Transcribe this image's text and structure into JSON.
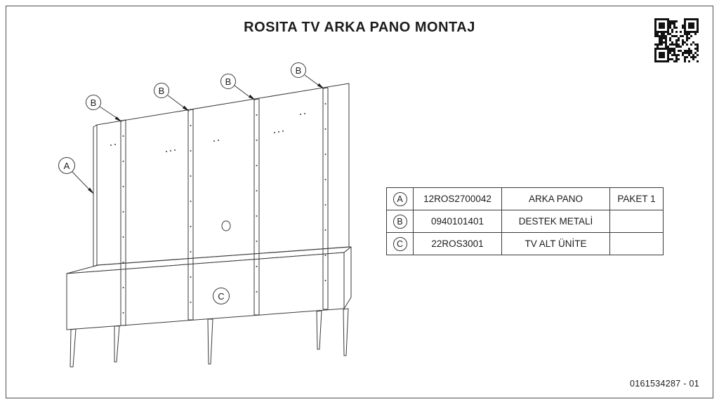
{
  "page": {
    "title": "ROSITA TV ARKA PANO MONTAJ",
    "doc_code": "0161534287 - 01"
  },
  "callouts": [
    {
      "id": "A",
      "label": "A"
    },
    {
      "id": "B1",
      "label": "B"
    },
    {
      "id": "B2",
      "label": "B"
    },
    {
      "id": "B3",
      "label": "B"
    },
    {
      "id": "B4",
      "label": "B"
    },
    {
      "id": "C",
      "label": "C"
    }
  ],
  "parts_table": {
    "rows": [
      {
        "label": "A",
        "code": "12ROS2700042",
        "name": "ARKA PANO",
        "paket": "PAKET 1"
      },
      {
        "label": "B",
        "code": "0940101401",
        "name": "DESTEK METALİ",
        "paket": ""
      },
      {
        "label": "C",
        "code": "22ROS3001",
        "name": "TV ALT ÜNİTE",
        "paket": ""
      }
    ]
  },
  "icons": {
    "qr_code": "qr-code-icon"
  },
  "colors": {
    "line": "#3a3a3a",
    "text": "#1c1c1c",
    "background": "#ffffff"
  }
}
